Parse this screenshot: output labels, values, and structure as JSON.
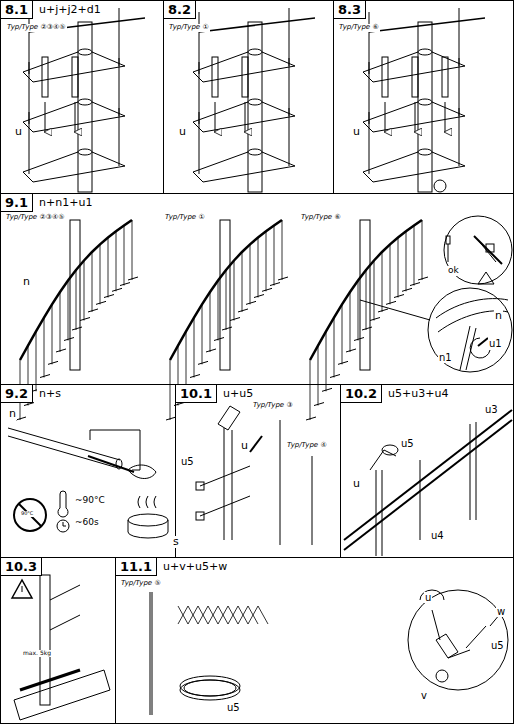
{
  "diagram": {
    "nodes": [
      {
        "text": [
          "8.1",
          "u+j+j2+d1"
        ]
      },
      {
        "text": [
          "8.2"
        ]
      },
      {
        "text": [
          "8.3"
        ]
      },
      {
        "text": [
          "9.1",
          "n+n1+u1"
        ]
      },
      {
        "text": [
          "9.2",
          "n+s"
        ]
      },
      {
        "text": [
          "10.1",
          "u+u5"
        ]
      },
      {
        "text": [
          "10.2",
          "u5+u3+u4"
        ]
      },
      {
        "text": [
          "10.3"
        ]
      },
      {
        "text": [
          "11.1",
          "u+v+u5+w"
        ]
      }
    ],
    "edges": [],
    "labels": [
      "Typ/Type ②③④⑤",
      "u",
      "Typ/Type ①",
      "u",
      "Typ/Type ⑥",
      "u",
      "Typ/Type ②③④⑤",
      "Typ/Type ①",
      "Typ/Type ⑥",
      "n",
      "ok",
      "n",
      "u1",
      "n1",
      "n",
      "90°C",
      "~90°C",
      "~60s",
      "s",
      "Typ/Type ③",
      "Typ/Type ④",
      "u5",
      "u",
      "u3",
      "u5",
      "u",
      "u4",
      "max. 5kg",
      "Typ/Type ⑤",
      "u5",
      "u",
      "w",
      "u5",
      "v"
    ]
  }
}
